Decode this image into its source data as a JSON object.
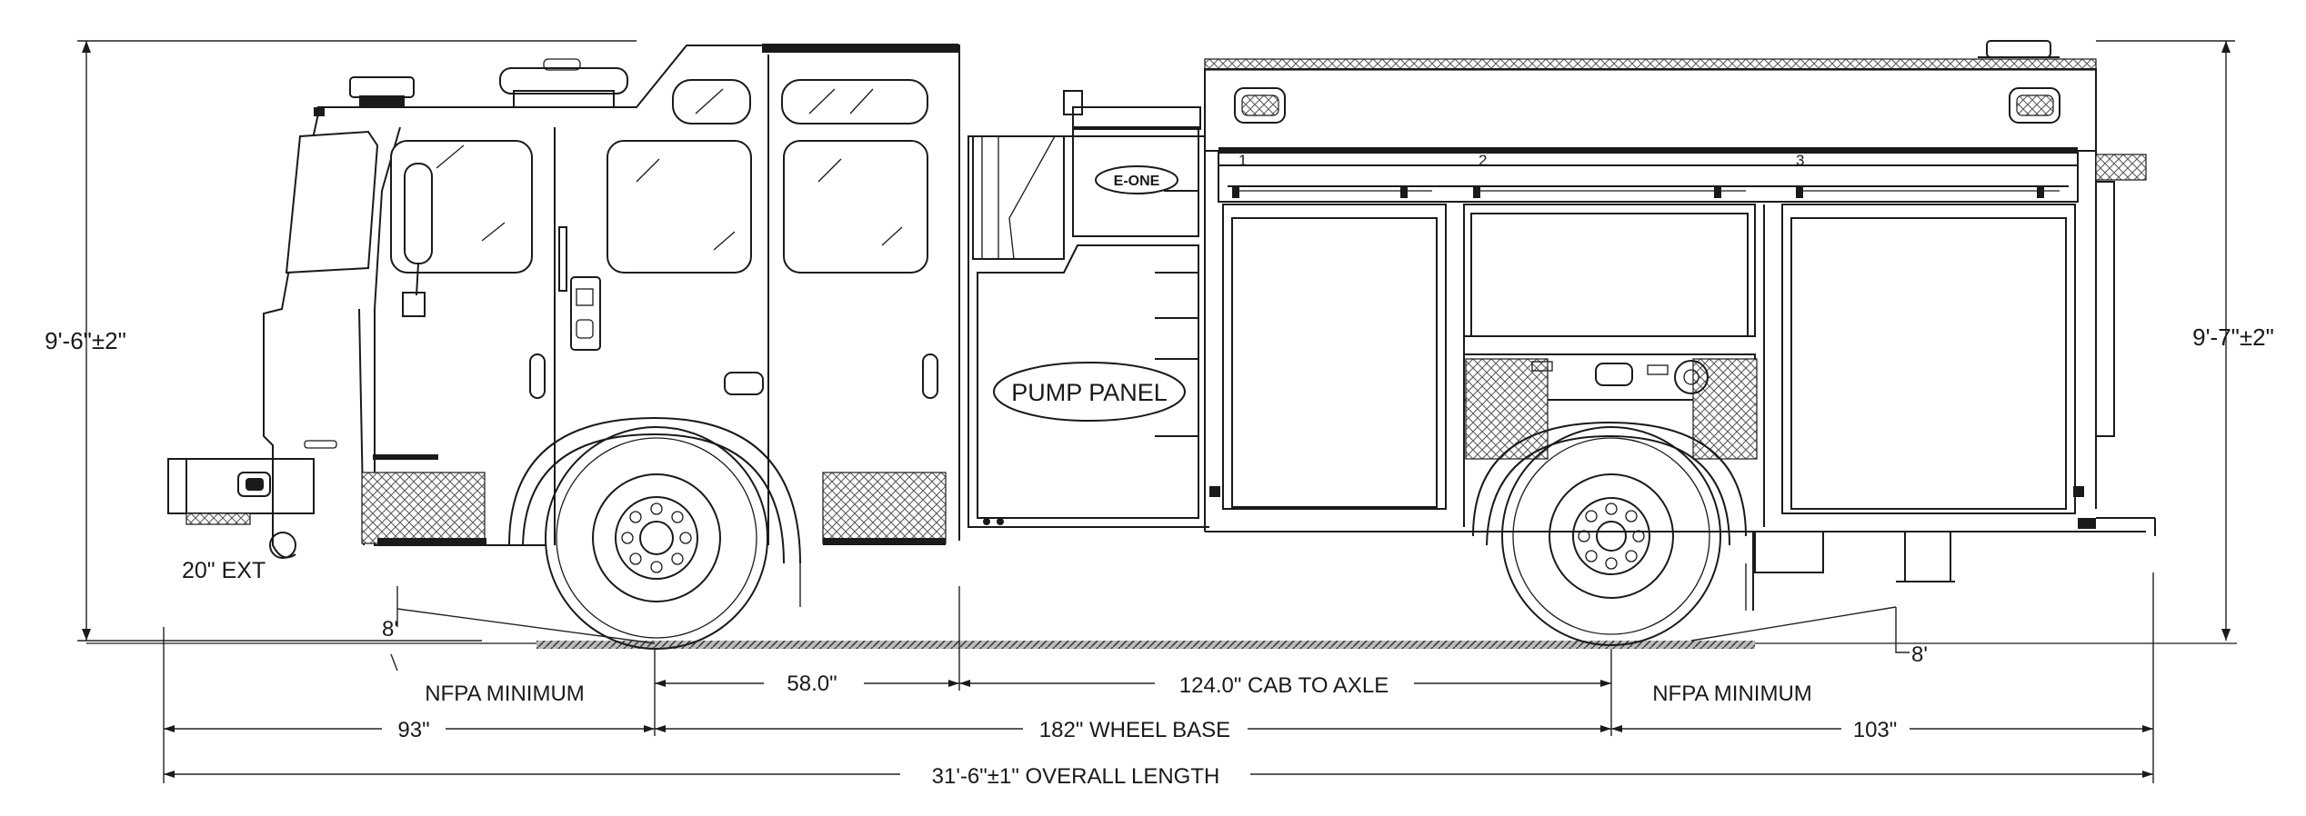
{
  "labels": {
    "cab_height": "9'-6\"±2\"",
    "body_height": "9'-7\"±2\"",
    "bumper_ext": "20\" EXT",
    "front_angle": "8'",
    "rear_angle": "8'",
    "nfpa_front": "NFPA MINIMUM",
    "nfpa_rear": "NFPA MINIMUM",
    "front_overhang": "93\"",
    "cab_length": "58.0\"",
    "cab_to_axle": "124.0\" CAB TO AXLE",
    "wheel_base": "182\" WHEEL BASE",
    "rear_overhang": "103\"",
    "overall_length": "31'-6\"±1\" OVERALL LENGTH",
    "pump_panel": "PUMP PANEL",
    "logo": "E-ONE",
    "compartment_1": "1",
    "compartment_2": "2",
    "compartment_3": "3"
  }
}
